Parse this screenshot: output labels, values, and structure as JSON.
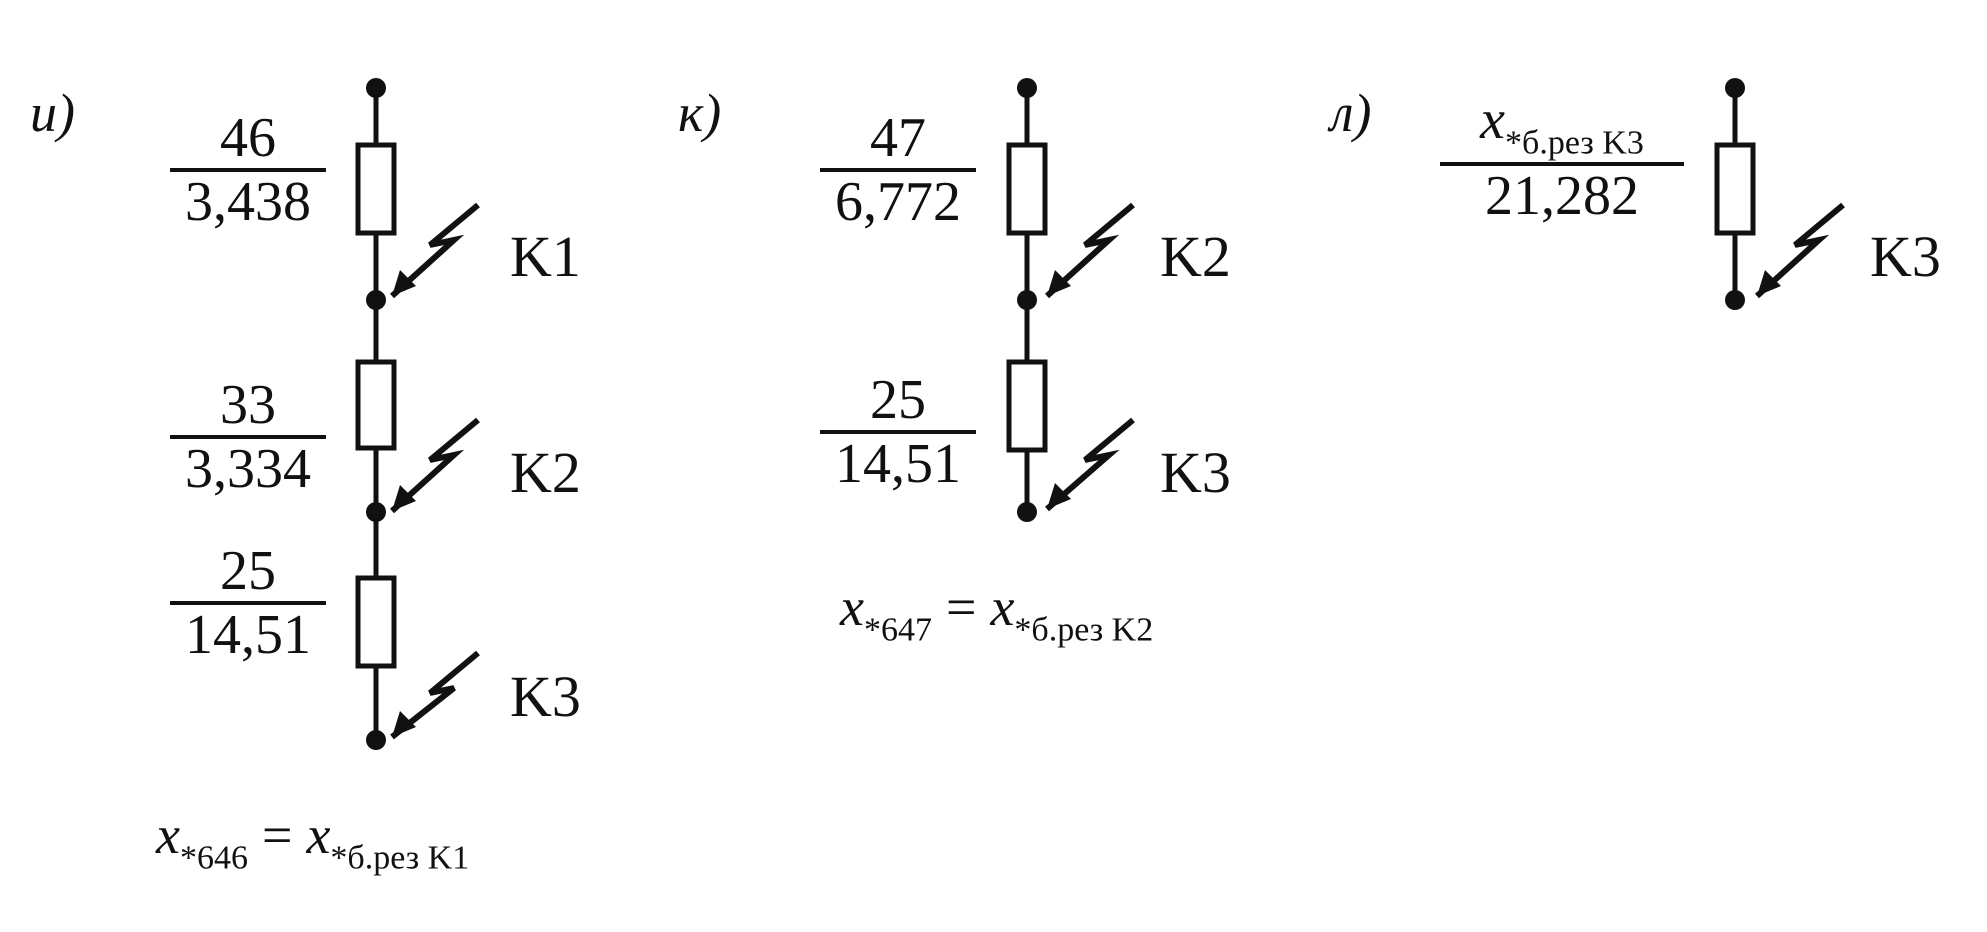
{
  "panels": [
    {
      "label": "и)",
      "branches": [
        {
          "numerator": "46",
          "denominator": "3,438",
          "node": "K1"
        },
        {
          "numerator": "33",
          "denominator": "3,334",
          "node": "K2"
        },
        {
          "numerator": "25",
          "denominator": "14,51",
          "node": "K3"
        }
      ],
      "formula": {
        "lhs": "x",
        "lhs_sub": "*646",
        "eq": "=",
        "rhs": "x",
        "rhs_sub": "*б.рез K1"
      }
    },
    {
      "label": "к)",
      "branches": [
        {
          "numerator": "47",
          "denominator": "6,772",
          "node": "K2"
        },
        {
          "numerator": "25",
          "denominator": "14,51",
          "node": "K3"
        }
      ],
      "formula": {
        "lhs": "x",
        "lhs_sub": "*647",
        "eq": "=",
        "rhs": "x",
        "rhs_sub": "*б.рез K2"
      }
    },
    {
      "label": "л)",
      "branches": [
        {
          "numerator_symbol": "x",
          "numerator_sub": "*б.рез K3",
          "denominator": "21,282",
          "node": "K3"
        }
      ]
    }
  ]
}
